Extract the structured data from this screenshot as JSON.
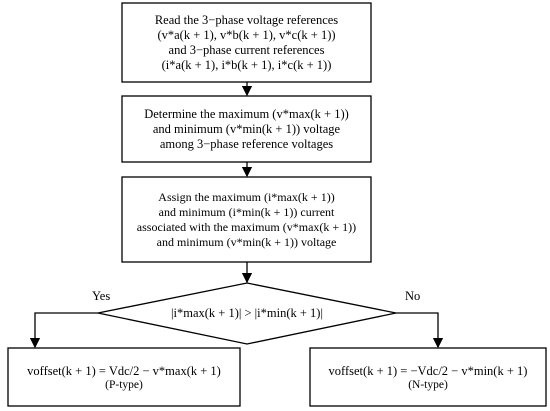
{
  "boxes": {
    "read": {
      "lines": [
        "Read the 3−phase voltage references",
        "(v*a(k + 1), v*b(k + 1), v*c(k + 1))",
        "and 3−phase current references",
        "(i*a(k + 1), i*b(k + 1), i*c(k + 1))"
      ]
    },
    "determine": {
      "lines": [
        "Determine the maximum (v*max(k + 1))",
        "and minimum (v*min(k + 1)) voltage",
        "among 3−phase reference voltages"
      ]
    },
    "assign": {
      "lines": [
        "Assign the maximum (i*max(k + 1))",
        "and minimum (i*min(k + 1)) current",
        "associated with the maximum (v*max(k + 1))",
        "and minimum (v*min(k + 1)) voltage"
      ]
    }
  },
  "decision": {
    "condition": "|i*max(k + 1)| > |i*min(k + 1)|"
  },
  "branches": {
    "yes_label": "Yes",
    "no_label": "No"
  },
  "results": {
    "p_type": {
      "equation": "voffset(k + 1) = Vdc/2 − v*max(k + 1)",
      "type_label": "(P-type)"
    },
    "n_type": {
      "equation": "voffset(k + 1) = −Vdc/2 − v*min(k + 1)",
      "type_label": "(N-type)"
    }
  },
  "colors": {
    "line": "#000000",
    "box_fill": "#ffffff"
  }
}
